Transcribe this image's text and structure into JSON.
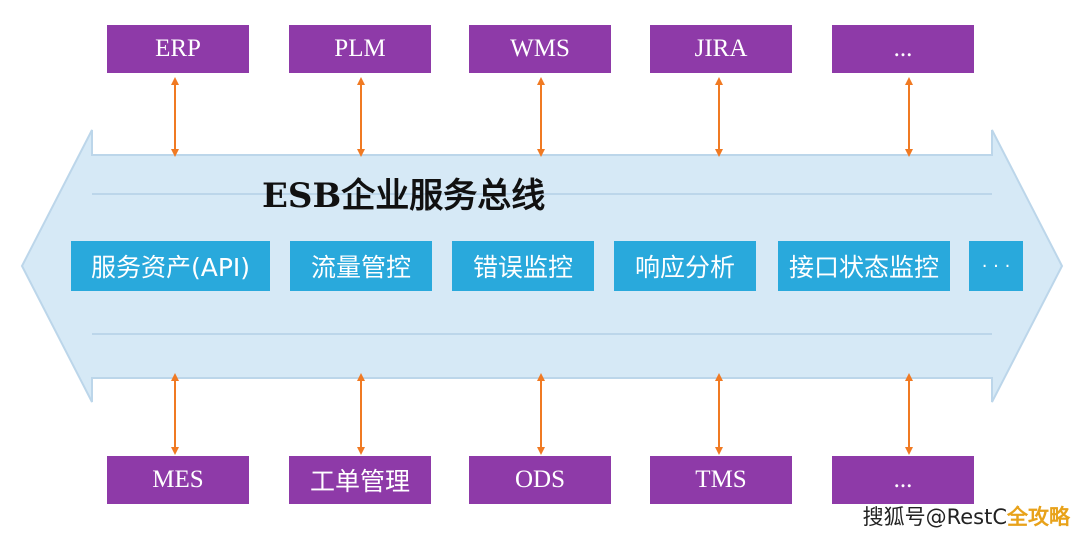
{
  "colors": {
    "system_box": "#8e3aa8",
    "service_box": "#29a9dc",
    "bus_fill": "#d6e9f6",
    "bus_stroke": "#bcd6ea",
    "connector": "#f07a23"
  },
  "bus": {
    "title": "ESB企业服务总线",
    "services": [
      "服务资产(API)",
      "流量管控",
      "错误监控",
      "响应分析",
      "接口状态监控",
      "· · ·"
    ]
  },
  "top_systems": [
    "ERP",
    "PLM",
    "WMS",
    "JIRA",
    "..."
  ],
  "bottom_systems": [
    "MES",
    "工单管理",
    "ODS",
    "TMS",
    "..."
  ],
  "watermark": {
    "text": "搜狐号@RestC",
    "accent": "全攻略"
  }
}
